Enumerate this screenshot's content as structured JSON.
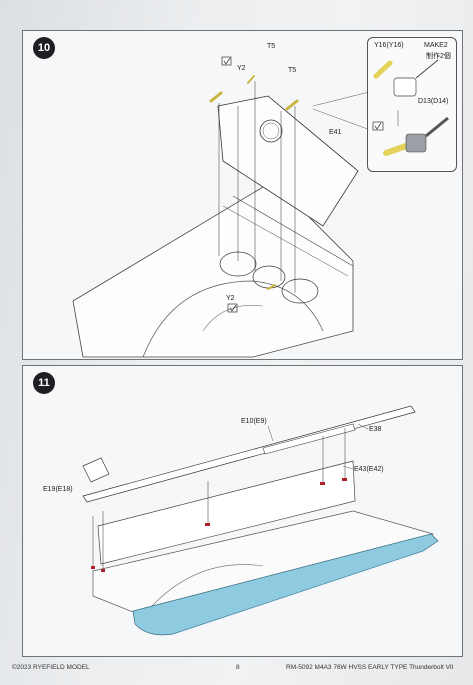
{
  "step10": {
    "number": "10",
    "labels": {
      "y2_top": "Y2",
      "t5_left": "T5",
      "t5_right": "T5",
      "e41": "E41",
      "y2_bottom": "Y2",
      "y16": "Y16(Y16)",
      "make2_line1": "MAKE2",
      "make2_line2": "制作2個",
      "d13": "D13(D14)"
    }
  },
  "step11": {
    "number": "11",
    "labels": {
      "e10": "E10(E9)",
      "e38": "E38",
      "e43": "E43(E42)",
      "e19": "E19(E18)"
    }
  },
  "footer": {
    "copyright": "©2023 RYEFIELD MODEL",
    "page_number": "8",
    "product": "RM-5092 M4A3 76W HVSS EARLY TYPE Thunderbolt VII"
  },
  "colors": {
    "accent_blue": "#8ecbe0",
    "yellow_part": "#e4d25a",
    "marker_red": "#b0202a"
  }
}
